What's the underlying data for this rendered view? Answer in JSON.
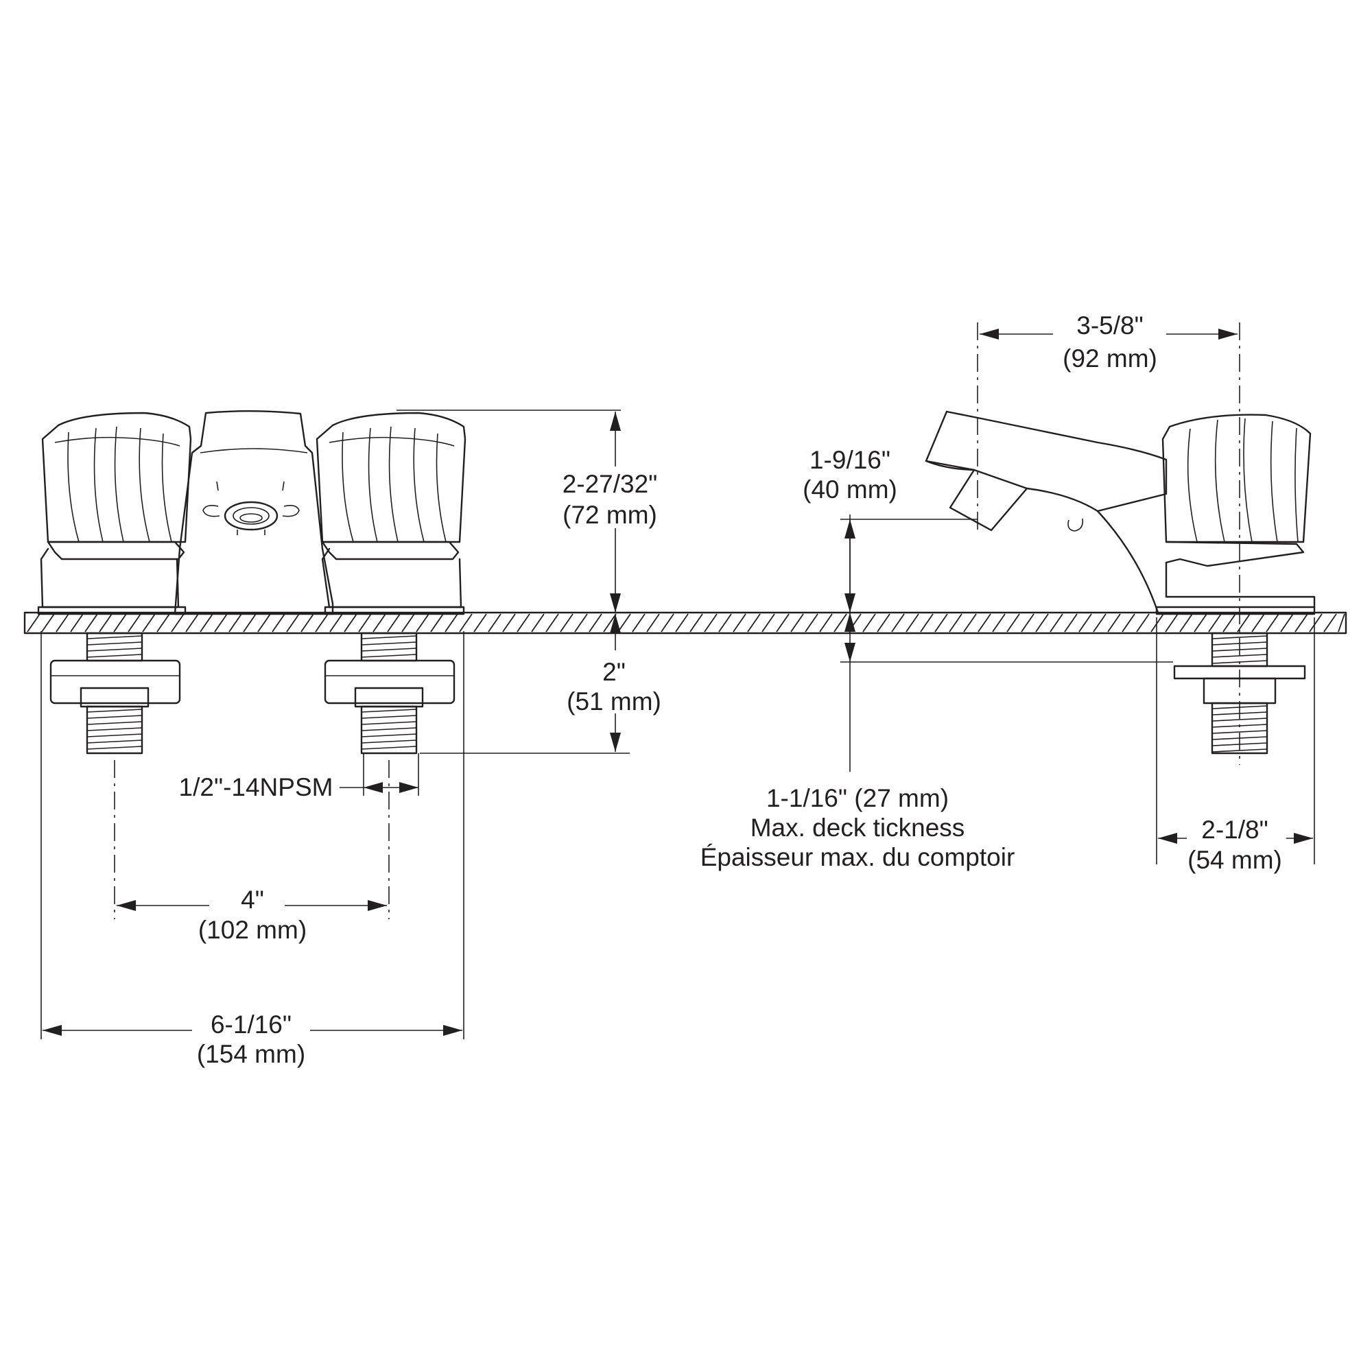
{
  "dimensions": {
    "spout_reach": {
      "imperial": "3-5/8\"",
      "metric": "(92 mm)"
    },
    "spout_height": {
      "imperial": "1-9/16\"",
      "metric": "(40 mm)"
    },
    "handle_height": {
      "imperial": "2-27/32\"",
      "metric": "(72 mm)"
    },
    "shank_length": {
      "imperial": "2\"",
      "metric": "(51 mm)"
    },
    "thread": {
      "label": "1/2\"-14NPSM"
    },
    "center_spacing": {
      "imperial": "4\"",
      "metric": "(102 mm)"
    },
    "overall_width": {
      "imperial": "6-1/16\"",
      "metric": "(154 mm)"
    },
    "deck_thickness": {
      "line1": "1-1/16\" (27 mm)",
      "line2": "Max. deck tickness",
      "line3": "Épaisseur max. du comptoir"
    },
    "base_depth": {
      "imperial": "2-1/8\"",
      "metric": "(54 mm)"
    }
  }
}
